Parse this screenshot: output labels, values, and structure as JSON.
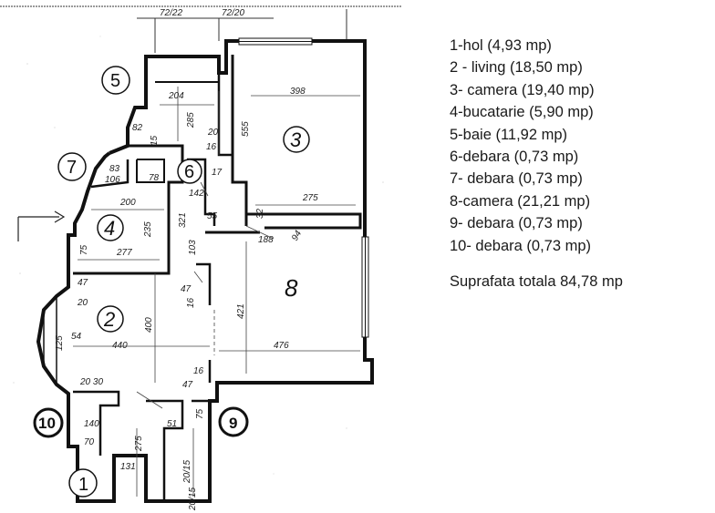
{
  "legend": [
    "1-hol (4,93 mp)",
    "2 - living (18,50 mp)",
    "3- camera (19,40 mp)",
    "4-bucatarie (5,90 mp)",
    "5-baie (11,92 mp)",
    "6-debara (0,73 mp)",
    "7- debara (0,73 mp)",
    "8-camera (21,21 mp)",
    "9- debara (0,73 mp)",
    "10- debara (0,73 mp)"
  ],
  "total": "Suprafata totala 84,78 mp",
  "plan": {
    "header_left": "72/22",
    "header_right": "72/20",
    "rooms": {
      "r1": "1",
      "r2": "2",
      "r3": "3",
      "r4": "4",
      "r5": "5",
      "r6": "6",
      "r7": "7",
      "r8": "8",
      "r9": "9",
      "r10": "10"
    },
    "dims": {
      "d204": "204",
      "d398": "398",
      "d285": "285",
      "d555": "555",
      "d82": "82",
      "d20a": "20",
      "d16a": "16",
      "d15a": "15",
      "d83": "83",
      "d78": "78",
      "d106": "106",
      "d17": "17",
      "d142": "142",
      "d200": "200",
      "d235": "235",
      "d321": "321",
      "d55": "55",
      "d32": "32",
      "d275a": "275",
      "d188": "188",
      "d94": "94",
      "d75a": "75",
      "d277": "277",
      "d103": "103",
      "d47a": "47",
      "d47b": "47",
      "d20b": "20",
      "d16b": "16",
      "d400": "400",
      "d421": "421",
      "d125": "125",
      "d54": "54",
      "d440": "440",
      "d476": "476",
      "d2030": "20 30",
      "d16c": "16",
      "d47c": "47",
      "d140": "140",
      "d70": "70",
      "d275b": "275",
      "d51": "51",
      "d75b": "75",
      "d131": "131",
      "d2015a": "20/15",
      "d2015b": "20/15"
    }
  }
}
